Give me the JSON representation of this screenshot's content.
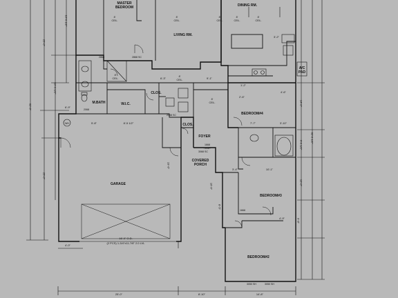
{
  "rooms": {
    "master_bedroom": [
      "MASTER",
      "BEDROOM"
    ],
    "living_rm": "LIVING RM.",
    "dining_rm": "DINING RM.",
    "m_bath": "M.BATH",
    "wic": "W.I.C.",
    "closet": "CLOS.",
    "clos": "CLOS.",
    "bedroom4": "BEDROOM#4",
    "foyer": "FOYER",
    "covered_porch": [
      "COVERED",
      "PORCH"
    ],
    "garage": "GARAGE",
    "bedroom3": "BEDROOM#3",
    "bedroom2": "BEDROOM#2",
    "ac_pad": [
      "A/C",
      "PAD"
    ],
    "wh": "WH"
  },
  "garage_door": [
    "16'-0\" O.D.",
    "(2 PCS) 1-3/4\"x11-7/8\" 2.0 LVL"
  ],
  "ceiling": [
    "8'",
    "CEIL."
  ],
  "dims": {
    "left_total": "62'-6\"",
    "left_upper": "25'-0\"",
    "left_mid": "10'-6 1/2\"",
    "left_lower": "25'-0\"",
    "left_top": "10'-0 1/2\"",
    "right_total": "62'-6 1/2\"",
    "right_a": "14'-0\"",
    "right_b": "12'-0\"",
    "right_c": "6'-0 1/2\"",
    "bottom_left": "25'-0\"",
    "bottom_mid": "8'-10\"",
    "bottom_right": "14'-8\"",
    "garage_side": "19'-6\"",
    "porch_side": "16'-6\"",
    "d_5_8": "5'-8\"",
    "d_8_5": "8'-5 1/2\"",
    "d_6_3": "6'-3\"",
    "d_9_1": "9'-1\"",
    "d_3_4": "3'-4\"",
    "d_7_7": "7'-7\"",
    "d_3_10": "3'-10\"",
    "d_10_1": "10'-1\"",
    "d_4_6": "4'-6\"",
    "d_4_9": "4'-9\"",
    "d_2_6": "2'-6\"",
    "d_1_2": "1'-2\"",
    "d_6_9": "6'-9\"",
    "d_4_0": "4'-0\"",
    "d_8_5b": "8'-5\"",
    "d_3_2": "3'-2\"",
    "d_9_8": "9'-8\""
  },
  "doors": {
    "d2868": "2868",
    "d2868sc": "2868 SC",
    "d2068": "2068",
    "d2068c": "2068 SC",
    "d3068": "3068 SC",
    "d1668": "1668",
    "d3050a": "3050 SH",
    "d3050b": "3050 SH"
  },
  "note_temp": [
    "1668",
    "TEMP."
  ]
}
